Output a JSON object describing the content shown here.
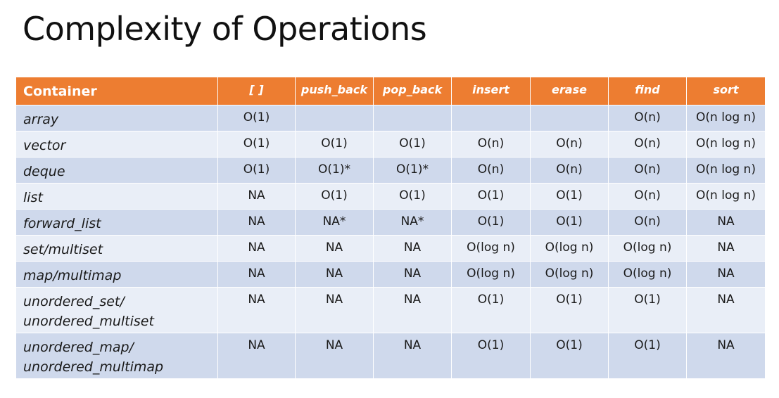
{
  "title": "Complexity of Operations",
  "table": {
    "headers": [
      "Container",
      "[ ]",
      "push_back",
      "pop_back",
      "insert",
      "erase",
      "find",
      "sort"
    ],
    "rows": [
      {
        "container": [
          "array"
        ],
        "cells": [
          "O(1)",
          "",
          "",
          "",
          "",
          "O(n)",
          "O(n log n)"
        ]
      },
      {
        "container": [
          "vector"
        ],
        "cells": [
          "O(1)",
          "O(1)",
          "O(1)",
          "O(n)",
          "O(n)",
          "O(n)",
          "O(n log n)"
        ]
      },
      {
        "container": [
          "deque"
        ],
        "cells": [
          "O(1)",
          "O(1)*",
          "O(1)*",
          "O(n)",
          "O(n)",
          "O(n)",
          "O(n log n)"
        ]
      },
      {
        "container": [
          "list"
        ],
        "cells": [
          "NA",
          "O(1)",
          "O(1)",
          "O(1)",
          "O(1)",
          "O(n)",
          "O(n log n)"
        ]
      },
      {
        "container": [
          "forward_list"
        ],
        "cells": [
          "NA",
          "NA*",
          "NA*",
          "O(1)",
          "O(1)",
          "O(n)",
          "NA"
        ]
      },
      {
        "container": [
          "set/multiset"
        ],
        "cells": [
          "NA",
          "NA",
          "NA",
          "O(log n)",
          "O(log n)",
          "O(log n)",
          "NA"
        ]
      },
      {
        "container": [
          "map/multimap"
        ],
        "cells": [
          "NA",
          "NA",
          "NA",
          "O(log n)",
          "O(log n)",
          "O(log n)",
          "NA"
        ]
      },
      {
        "container": [
          "unordered_set/",
          "unordered_multiset"
        ],
        "cells": [
          "NA",
          "NA",
          "NA",
          "O(1)",
          "O(1)",
          "O(1)",
          "NA"
        ]
      },
      {
        "container": [
          "unordered_map/",
          "unordered_multimap"
        ],
        "cells": [
          "NA",
          "NA",
          "NA",
          "O(1)",
          "O(1)",
          "O(1)",
          "NA"
        ]
      }
    ]
  },
  "colors": {
    "header_bg": "#ed7d31",
    "row_dark": "#cfd9ec",
    "row_light": "#e9eef7"
  }
}
